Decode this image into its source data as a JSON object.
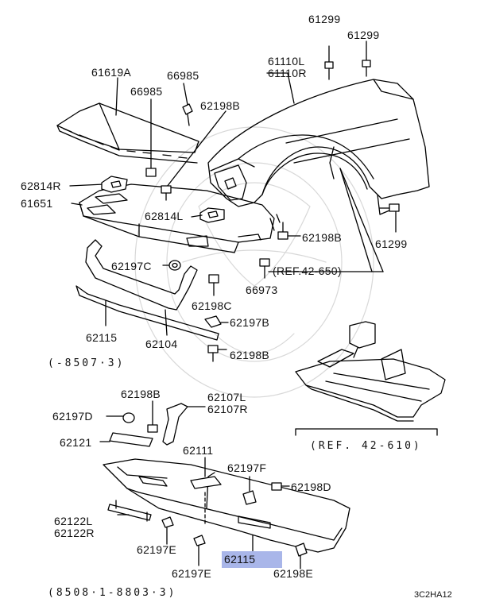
{
  "diagram": {
    "labels": {
      "p61299_a": "61299",
      "p61299_b": "61299",
      "p61299_c": "61299",
      "p61110": [
        "61110L",
        "61110R"
      ],
      "p61619A": "61619A",
      "p66985_a": "66985",
      "p66985_b": "66985",
      "p62198B_a": "62198B",
      "p62814R": "62814R",
      "p61651": "61651",
      "p62814L": "62814L",
      "p62198B_b": "62198B",
      "p62197C": "62197C",
      "p66973": "66973",
      "ref_650": "(REF.42-650)",
      "p62198C": "62198C",
      "p62197B": "62197B",
      "p62115_a": "62115",
      "p62104": "62104",
      "p62198B_c": "62198B",
      "date_range_1": "(-8507·3)",
      "p62198B_d": "62198B",
      "p62107": [
        "62107L",
        "62107R"
      ],
      "p62197D": "62197D",
      "p62121": "62121",
      "ref_610": "(REF. 42-610)",
      "p62111": "62111",
      "p62197F": "62197F",
      "p62198D": "62198D",
      "p62122": [
        "62122L",
        "62122R"
      ],
      "p62197E_a": "62197E",
      "p62115_b": "62115",
      "p62197E_b": "62197E",
      "p62198E": "62198E",
      "date_range_2": "(8508·1-8803·3)",
      "diagram_code": "3C2HA12"
    },
    "highlight_color": "#a9b6e9"
  }
}
